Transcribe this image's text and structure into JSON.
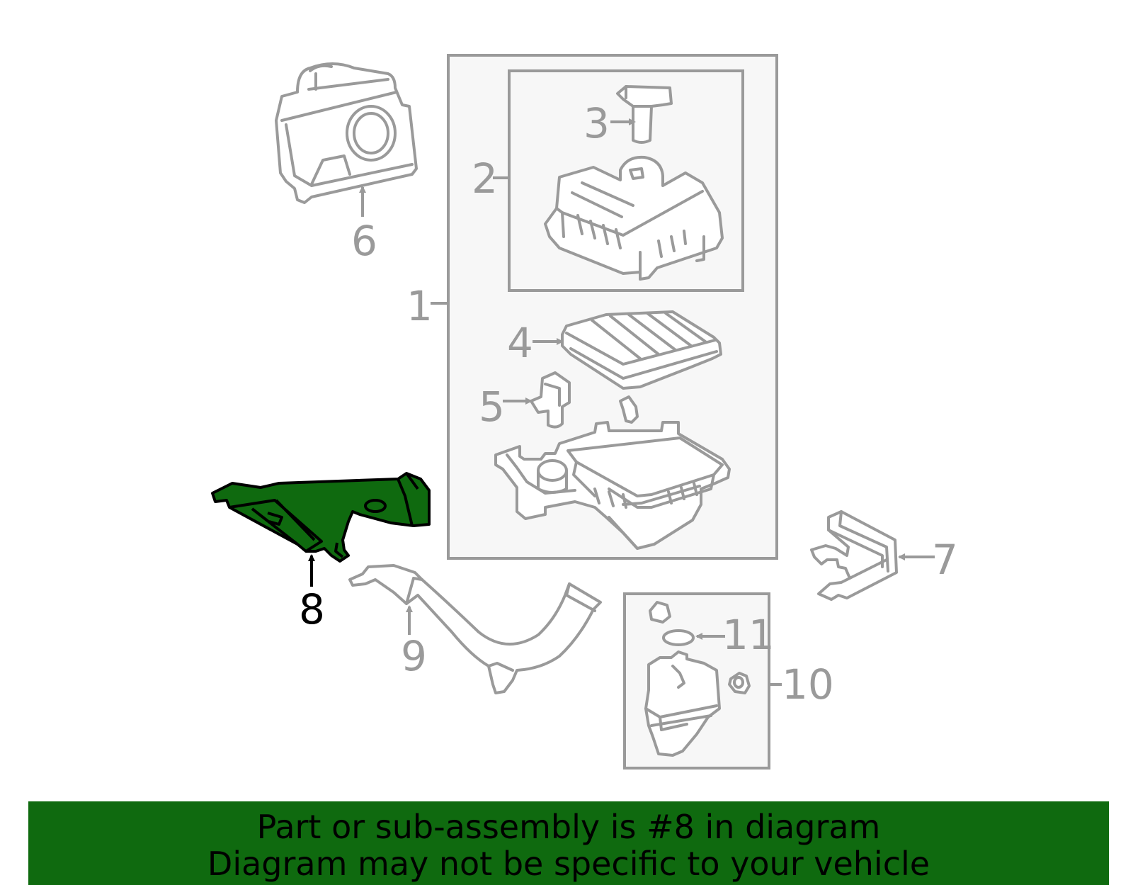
{
  "callouts": {
    "c1": "1",
    "c2": "2",
    "c3": "3",
    "c4": "4",
    "c5": "5",
    "c6": "6",
    "c7": "7",
    "c8": "8",
    "c9": "9",
    "c10": "10",
    "c11": "11"
  },
  "highlighted_part": "8",
  "colors": {
    "highlight_fill": "#0f6a0f",
    "line_gray": "#9a9a9a",
    "banner_bg": "#0f6a0f"
  },
  "banner": {
    "line1": "Part or sub-assembly is #8 in diagram",
    "line2": "Diagram may not be specific to your vehicle"
  }
}
